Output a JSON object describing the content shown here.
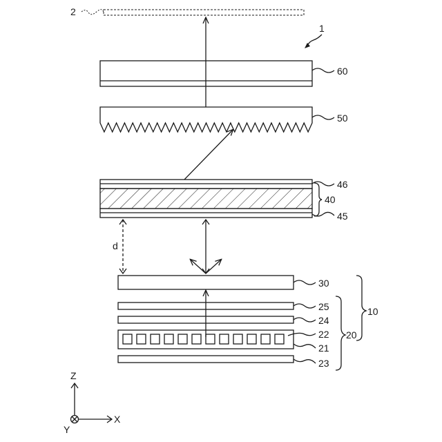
{
  "figure": {
    "assembly_label": "1",
    "top_label": "2",
    "d_label": "d",
    "layers": {
      "l60": "60",
      "l50": "50",
      "l46": "46",
      "l40": "40",
      "l45": "45",
      "l30": "30",
      "l25": "25",
      "l24": "24",
      "l22": "22",
      "l21": "21",
      "l23": "23"
    },
    "group_labels": {
      "g10": "10",
      "g20": "20"
    },
    "axes": {
      "z": "Z",
      "x": "X",
      "y": "Y"
    }
  }
}
